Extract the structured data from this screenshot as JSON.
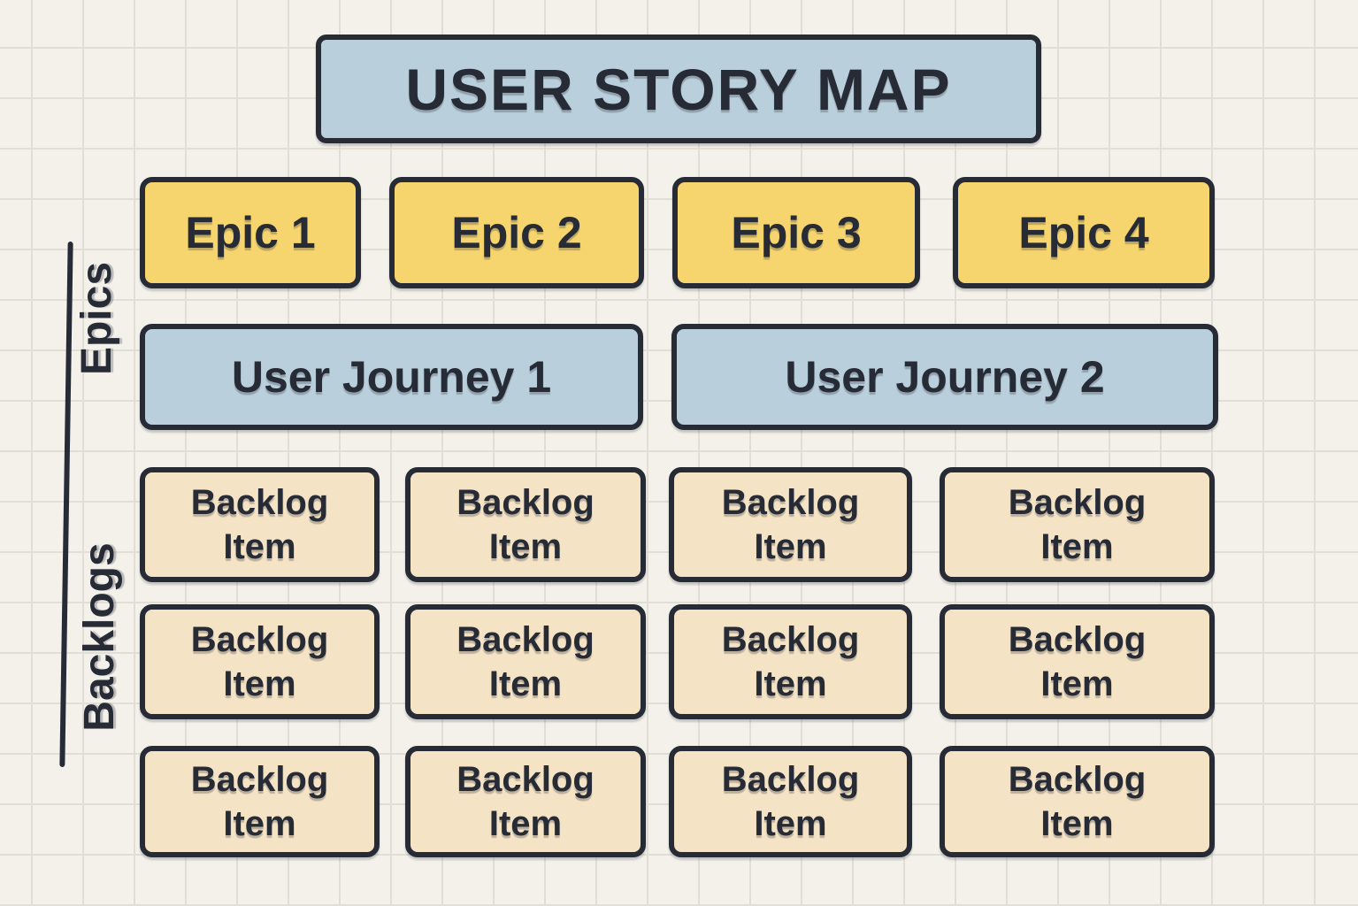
{
  "title": "USER STORY MAP",
  "axis": {
    "epics_label": "Epics",
    "backlogs_label": "Backlogs"
  },
  "epics": [
    {
      "label": "Epic 1"
    },
    {
      "label": "Epic 2"
    },
    {
      "label": "Epic 3"
    },
    {
      "label": "Epic 4"
    }
  ],
  "user_journeys": [
    {
      "label": "User Journey 1"
    },
    {
      "label": "User Journey 2"
    }
  ],
  "backlog": {
    "rows": [
      {
        "items": [
          {
            "label": "Backlog Item"
          },
          {
            "label": "Backlog Item"
          },
          {
            "label": "Backlog Item"
          },
          {
            "label": "Backlog Item"
          }
        ]
      },
      {
        "items": [
          {
            "label": "Backlog Item"
          },
          {
            "label": "Backlog Item"
          },
          {
            "label": "Backlog Item"
          },
          {
            "label": "Backlog Item"
          }
        ]
      },
      {
        "items": [
          {
            "label": "Backlog Item"
          },
          {
            "label": "Backlog Item"
          },
          {
            "label": "Backlog Item"
          },
          {
            "label": "Backlog Item"
          }
        ]
      }
    ]
  },
  "colors": {
    "background": "#f4f1ea",
    "grid_line": "#e1ded6",
    "outline_and_text": "#262b36",
    "blue_card": "#b9cfdb",
    "yellow_card": "#f6d56e",
    "beige_card": "#f5e3c5"
  }
}
